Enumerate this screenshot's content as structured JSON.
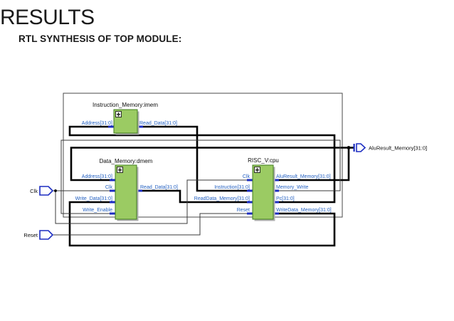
{
  "slide": {
    "title": "RESULTS",
    "subtitle": "RTL SYNTHESIS OF TOP MODULE:"
  },
  "schematic": {
    "modules": {
      "imem": {
        "title": "Instruction_Memory:imem",
        "ports_left": [
          "Address[31:0]"
        ],
        "ports_right": [
          "Read_Data[31:0]"
        ]
      },
      "dmem": {
        "title": "Data_Memory:dmem",
        "ports_left": [
          "Address[31:0]",
          "Clk",
          "Write_Data[31:0]",
          "Write_Enable"
        ],
        "ports_right": [
          "Read_Data[31:0]"
        ]
      },
      "cpu": {
        "title": "RISC_V:cpu",
        "ports_left": [
          "Clk",
          "Instruction[31:0]",
          "ReadData_Memory[31:0]",
          "Reset"
        ],
        "ports_right": [
          "AluResult_Memory[31:0]",
          "Memory_Write",
          "Pc[31:0]",
          "WriteData_Memory[31:0]"
        ]
      }
    },
    "top_ports": {
      "input_clk": "Clk",
      "input_reset": "Reset",
      "output_aluresult": "AluResult_Memory[31:0]"
    }
  },
  "colors": {
    "title_color": "#1a1a1a",
    "block_fill": "#9bcb63",
    "block_border": "#3f7d1e",
    "pin_color": "#1b2cc1",
    "pin_label": "#2461c2",
    "wire_color": "#000000",
    "boundary_color": "#4a4a4a"
  }
}
